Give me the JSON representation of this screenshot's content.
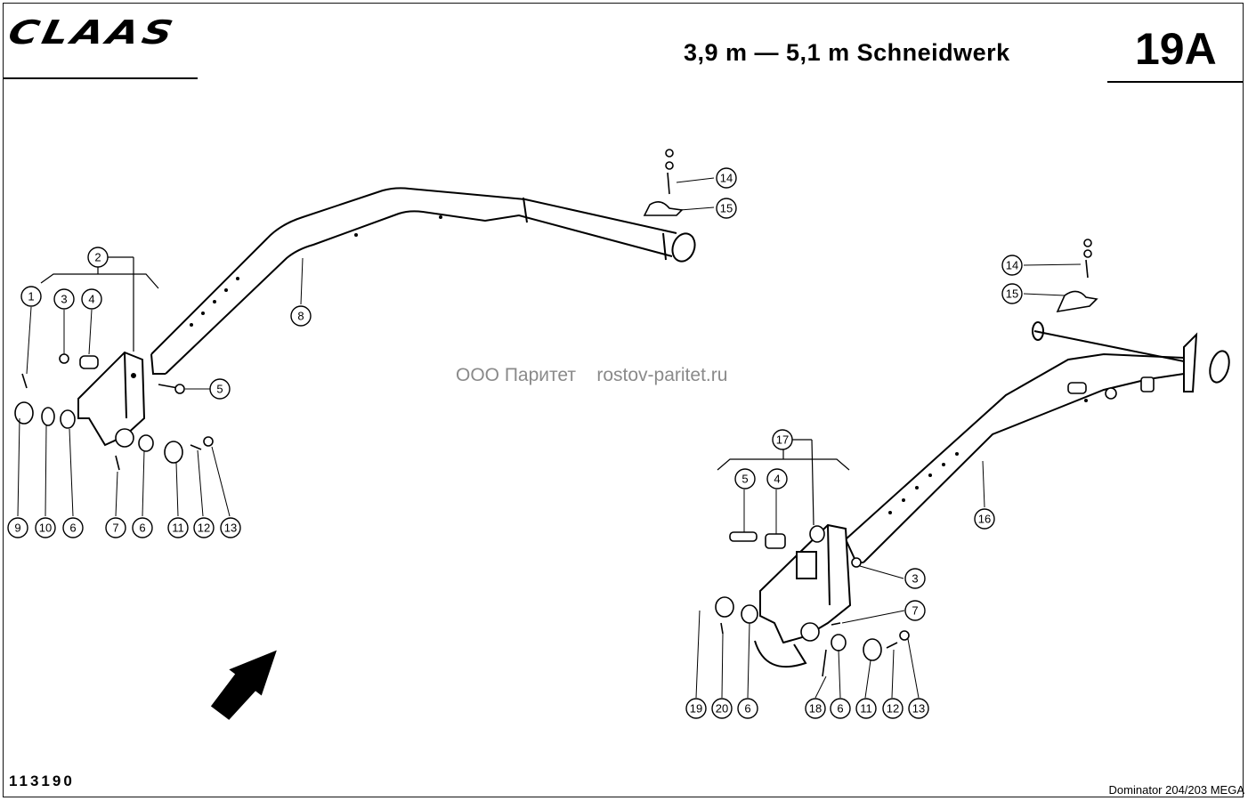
{
  "header": {
    "brand": "CLAAS",
    "title": "3,9 m — 5,1 m Schneidwerk",
    "page_number": "19A"
  },
  "footer": {
    "drawing_number": "113190",
    "model": "Dominator 204/203 MEGA"
  },
  "watermark": {
    "company": "ООО Паритет",
    "site": "rostov-paritet.ru"
  },
  "callouts": [
    "1",
    "2",
    "3",
    "4",
    "5",
    "6",
    "7",
    "8",
    "9",
    "10",
    "11",
    "12",
    "13",
    "14",
    "15",
    "16",
    "17",
    "18",
    "19",
    "20"
  ]
}
